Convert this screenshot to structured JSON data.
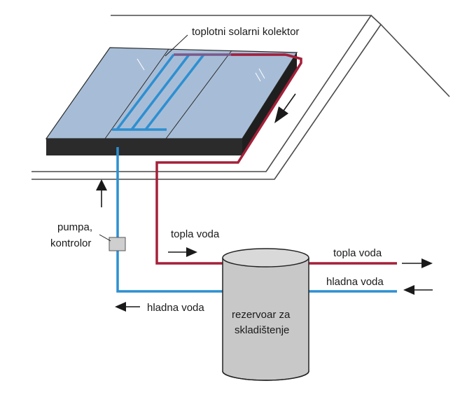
{
  "labels": {
    "collector": "toplotni solarni kolektor",
    "pump_line1": "pumpa,",
    "pump_line2": "kontrolor",
    "hot_water_in": "topla voda",
    "hot_water_out": "topla voda",
    "cold_water_in": "hladna voda",
    "cold_water_out": "hladna voda",
    "tank_line1": "rezervoar za",
    "tank_line2": "skladištenje"
  },
  "colors": {
    "hot_pipe": "#a5203a",
    "cold_pipe": "#2e8fd1",
    "panel_glass": "#a7bdd7",
    "panel_frame": "#2b2b2b",
    "tank": "#c8c8c8"
  }
}
